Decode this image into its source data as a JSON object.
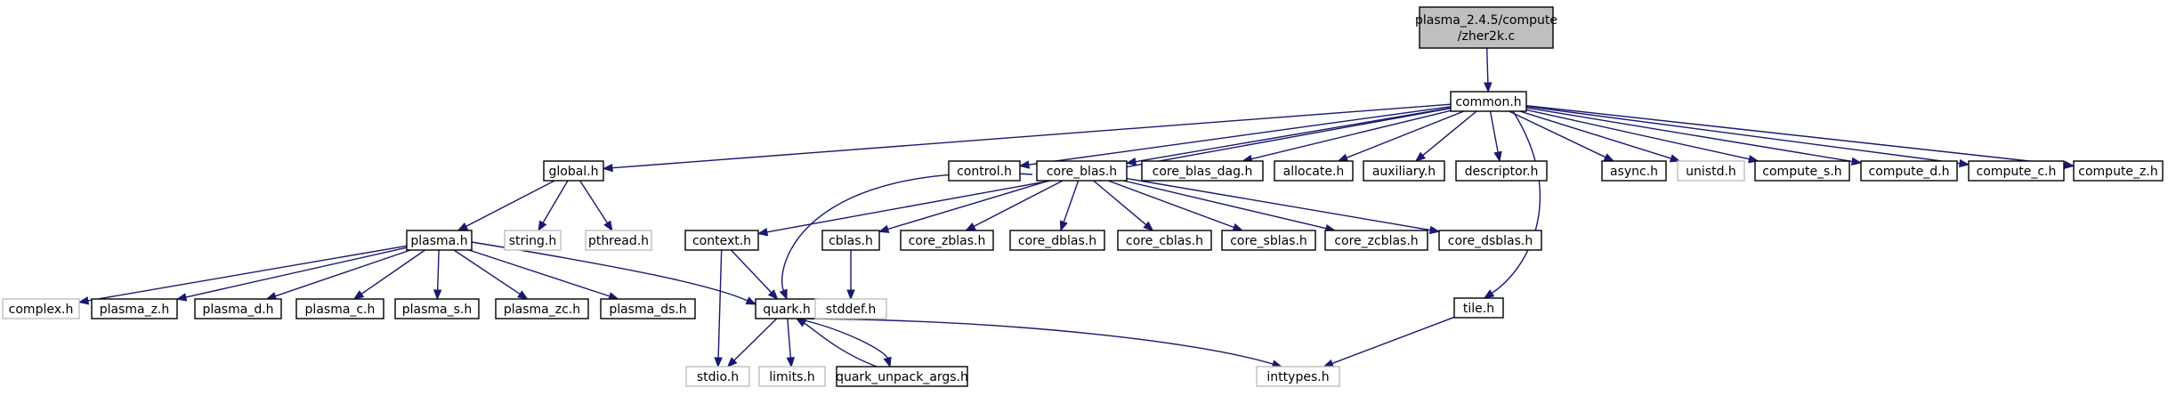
{
  "graph": {
    "colors": {
      "edge": "#191970",
      "node_border": "#000000",
      "muted_border": "#bfbfbf",
      "root_fill": "#bfbfbf"
    },
    "nodes": {
      "root": {
        "lines": [
          "plasma_2.4.5/compute",
          "/zher2k.c"
        ],
        "style": "root"
      },
      "common": {
        "lines": [
          "common.h"
        ]
      },
      "global": {
        "lines": [
          "global.h"
        ]
      },
      "control": {
        "lines": [
          "control.h"
        ]
      },
      "core_blas": {
        "lines": [
          "core_blas.h"
        ]
      },
      "core_blas_dag": {
        "lines": [
          "core_blas_dag.h"
        ]
      },
      "allocate": {
        "lines": [
          "allocate.h"
        ]
      },
      "auxiliary": {
        "lines": [
          "auxiliary.h"
        ]
      },
      "descriptor": {
        "lines": [
          "descriptor.h"
        ]
      },
      "async": {
        "lines": [
          "async.h"
        ]
      },
      "unistd": {
        "lines": [
          "unistd.h"
        ],
        "style": "muted"
      },
      "compute_s": {
        "lines": [
          "compute_s.h"
        ]
      },
      "compute_d": {
        "lines": [
          "compute_d.h"
        ]
      },
      "compute_c": {
        "lines": [
          "compute_c.h"
        ]
      },
      "compute_z": {
        "lines": [
          "compute_z.h"
        ]
      },
      "plasma": {
        "lines": [
          "plasma.h"
        ]
      },
      "string": {
        "lines": [
          "string.h"
        ],
        "style": "muted"
      },
      "pthread": {
        "lines": [
          "pthread.h"
        ],
        "style": "muted"
      },
      "context": {
        "lines": [
          "context.h"
        ]
      },
      "cblas": {
        "lines": [
          "cblas.h"
        ]
      },
      "core_zblas": {
        "lines": [
          "core_zblas.h"
        ]
      },
      "core_dblas": {
        "lines": [
          "core_dblas.h"
        ]
      },
      "core_cblas": {
        "lines": [
          "core_cblas.h"
        ]
      },
      "core_sblas": {
        "lines": [
          "core_sblas.h"
        ]
      },
      "core_zcblas": {
        "lines": [
          "core_zcblas.h"
        ]
      },
      "core_dsblas": {
        "lines": [
          "core_dsblas.h"
        ]
      },
      "tile": {
        "lines": [
          "tile.h"
        ]
      },
      "complex": {
        "lines": [
          "complex.h"
        ],
        "style": "muted"
      },
      "plasma_z": {
        "lines": [
          "plasma_z.h"
        ]
      },
      "plasma_d": {
        "lines": [
          "plasma_d.h"
        ]
      },
      "plasma_c": {
        "lines": [
          "plasma_c.h"
        ]
      },
      "plasma_s": {
        "lines": [
          "plasma_s.h"
        ]
      },
      "plasma_zc": {
        "lines": [
          "plasma_zc.h"
        ]
      },
      "plasma_ds": {
        "lines": [
          "plasma_ds.h"
        ]
      },
      "quark": {
        "lines": [
          "quark.h"
        ]
      },
      "stddef": {
        "lines": [
          "stddef.h"
        ],
        "style": "muted"
      },
      "stdio": {
        "lines": [
          "stdio.h"
        ],
        "style": "muted"
      },
      "limits": {
        "lines": [
          "limits.h"
        ],
        "style": "muted"
      },
      "quark_unpack": {
        "lines": [
          "quark_unpack_args.h"
        ]
      },
      "inttypes": {
        "lines": [
          "inttypes.h"
        ],
        "style": "muted"
      }
    },
    "edges": [
      [
        "root",
        "common"
      ],
      [
        "common",
        "global"
      ],
      [
        "common",
        "control"
      ],
      [
        "common",
        "core_blas"
      ],
      [
        "common",
        "core_blas_dag"
      ],
      [
        "common",
        "allocate"
      ],
      [
        "common",
        "auxiliary"
      ],
      [
        "common",
        "descriptor"
      ],
      [
        "common",
        "async"
      ],
      [
        "common",
        "unistd"
      ],
      [
        "common",
        "compute_s"
      ],
      [
        "common",
        "compute_d"
      ],
      [
        "common",
        "compute_c"
      ],
      [
        "common",
        "compute_z"
      ],
      [
        "common",
        "context"
      ],
      [
        "common",
        "tile"
      ],
      [
        "global",
        "plasma"
      ],
      [
        "global",
        "string"
      ],
      [
        "global",
        "pthread"
      ],
      [
        "plasma",
        "complex"
      ],
      [
        "plasma",
        "plasma_z"
      ],
      [
        "plasma",
        "plasma_d"
      ],
      [
        "plasma",
        "plasma_c"
      ],
      [
        "plasma",
        "plasma_s"
      ],
      [
        "plasma",
        "plasma_zc"
      ],
      [
        "plasma",
        "plasma_ds"
      ],
      [
        "plasma",
        "quark"
      ],
      [
        "core_blas",
        "cblas"
      ],
      [
        "core_blas",
        "core_zblas"
      ],
      [
        "core_blas",
        "core_dblas"
      ],
      [
        "core_blas",
        "core_cblas"
      ],
      [
        "core_blas",
        "core_sblas"
      ],
      [
        "core_blas",
        "core_zcblas"
      ],
      [
        "core_blas",
        "core_dsblas"
      ],
      [
        "core_blas",
        "quark"
      ],
      [
        "context",
        "stdio"
      ],
      [
        "context",
        "quark"
      ],
      [
        "cblas",
        "stddef"
      ],
      [
        "quark",
        "stdio"
      ],
      [
        "quark",
        "limits"
      ],
      [
        "quark",
        "quark_unpack"
      ],
      [
        "quark",
        "inttypes"
      ],
      [
        "quark_unpack",
        "quark"
      ],
      [
        "tile",
        "inttypes"
      ]
    ]
  }
}
